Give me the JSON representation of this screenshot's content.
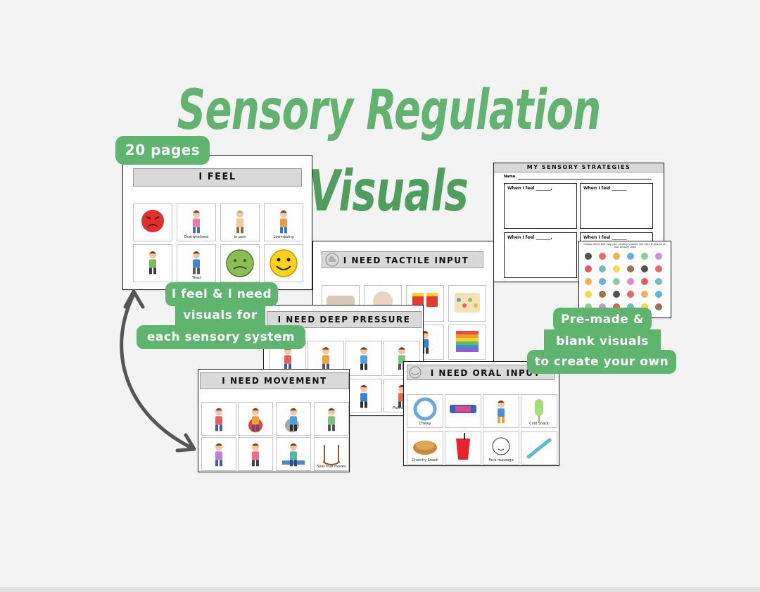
{
  "title": {
    "line1": "Sensory Regulation",
    "line2": "Visuals"
  },
  "badges": {
    "pages": "20 pages",
    "feel_line1": "I feel & I need",
    "feel_line2": "visuals for",
    "feel_line3": "each sensory system",
    "premade_line1": "Pre-made &",
    "premade_line2": "blank  visuals",
    "premade_line3": "to create your own"
  },
  "sheets": {
    "feel": {
      "header": "I FEEL",
      "labels": [
        "",
        "Overwhelmed",
        "In pain",
        "Lowmbolng",
        "",
        "Tired",
        "",
        ""
      ]
    },
    "tactile": {
      "header": "I NEED TACTILE INPUT"
    },
    "deep_pressure": {
      "header": "I NEED DEEP PRESSURE",
      "labels": [
        "",
        "",
        "",
        "",
        "",
        "",
        "Pick up he"
      ]
    },
    "movement": {
      "header": "I NEED MOVEMENT",
      "labels": [
        "",
        "",
        "",
        "",
        "",
        "",
        "",
        "Seat that moves"
      ]
    },
    "oral": {
      "header": "I NEED ORAL INPUT",
      "labels": [
        "Chewy",
        "",
        "",
        "Cold Snack",
        "Crunchy Snack",
        "",
        "Face massage",
        ""
      ]
    },
    "strategies": {
      "header": "MY SENSORY STRATEGIES",
      "name_label": "Name",
      "box_labels": [
        "When I feel _______,",
        "When I feel _______",
        "When I feel _______,",
        "When I feel _______"
      ]
    },
    "choose": {
      "instructions": "Choose items that help your sensory systems feel calm & glue on on your sensory chart"
    }
  },
  "colors": {
    "accent": "#5fb56d",
    "title": "#62b36f",
    "title_dark": "#4f9e5e"
  }
}
